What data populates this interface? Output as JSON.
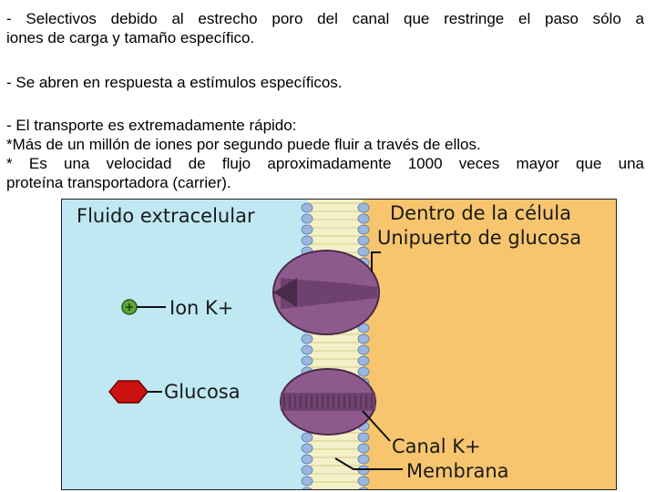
{
  "paragraphs": {
    "p1": {
      "line1": "-  Selectivos debido al estrecho poro del canal que restringe el paso sólo a",
      "line2": "iones de carga y tamaño específico."
    },
    "p2": {
      "line1": "- Se abren en respuesta a estímulos específicos."
    },
    "p3": {
      "line1": "- El transporte es extremadamente rápido:",
      "line2": "*Más de un millón de iones por segundo puede fluir a través de ellos.",
      "line3": "* Es una velocidad de flujo aproximadamente 1000 veces mayor que una",
      "line4": "proteína transportadora (carrier)."
    }
  },
  "figure": {
    "labels": {
      "outside": "Fluido extracelular",
      "inside": "Dentro de la célula",
      "uniporter": "Unipuerto de glucosa",
      "ion": "Ion K+",
      "glucose": "Glucosa",
      "channel": "Canal K+",
      "membrane": "Membrana"
    },
    "colors": {
      "extracellular": "#bfe8f2",
      "intracellular": "#f6c56e",
      "protein": "#8e5a8e",
      "protein_dark": "#6a3d6a",
      "ion": "#5aa83a",
      "glucose": "#cc1111",
      "lipid_head": "#9bb7df",
      "lipid_tail": "#f3f0c8"
    },
    "icons": {
      "ion_symbol": "plus-circle-icon",
      "glucose_symbol": "hexagon-icon"
    }
  }
}
